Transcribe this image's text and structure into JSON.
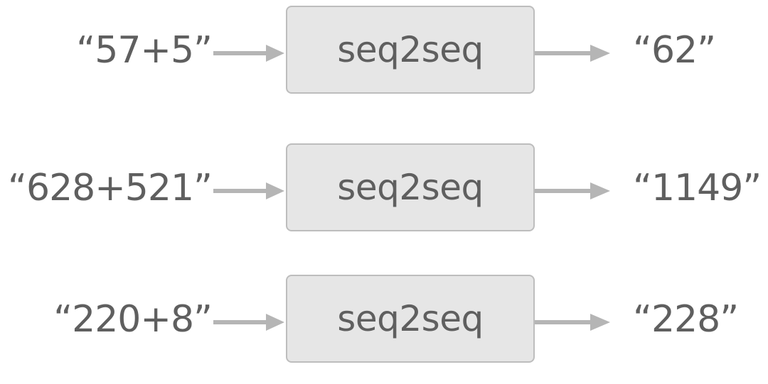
{
  "colors": {
    "text": "#5f5f5f",
    "box_fill": "#e6e6e6",
    "box_border": "#bdbdbd",
    "arrow": "#b5b5b5"
  },
  "rows": [
    {
      "input": "“57+5”",
      "model": "seq2seq",
      "output": "“62”"
    },
    {
      "input": "“628+521”",
      "model": "seq2seq",
      "output": "“1149”"
    },
    {
      "input": "“220+8”",
      "model": "seq2seq",
      "output": "“228”"
    }
  ]
}
